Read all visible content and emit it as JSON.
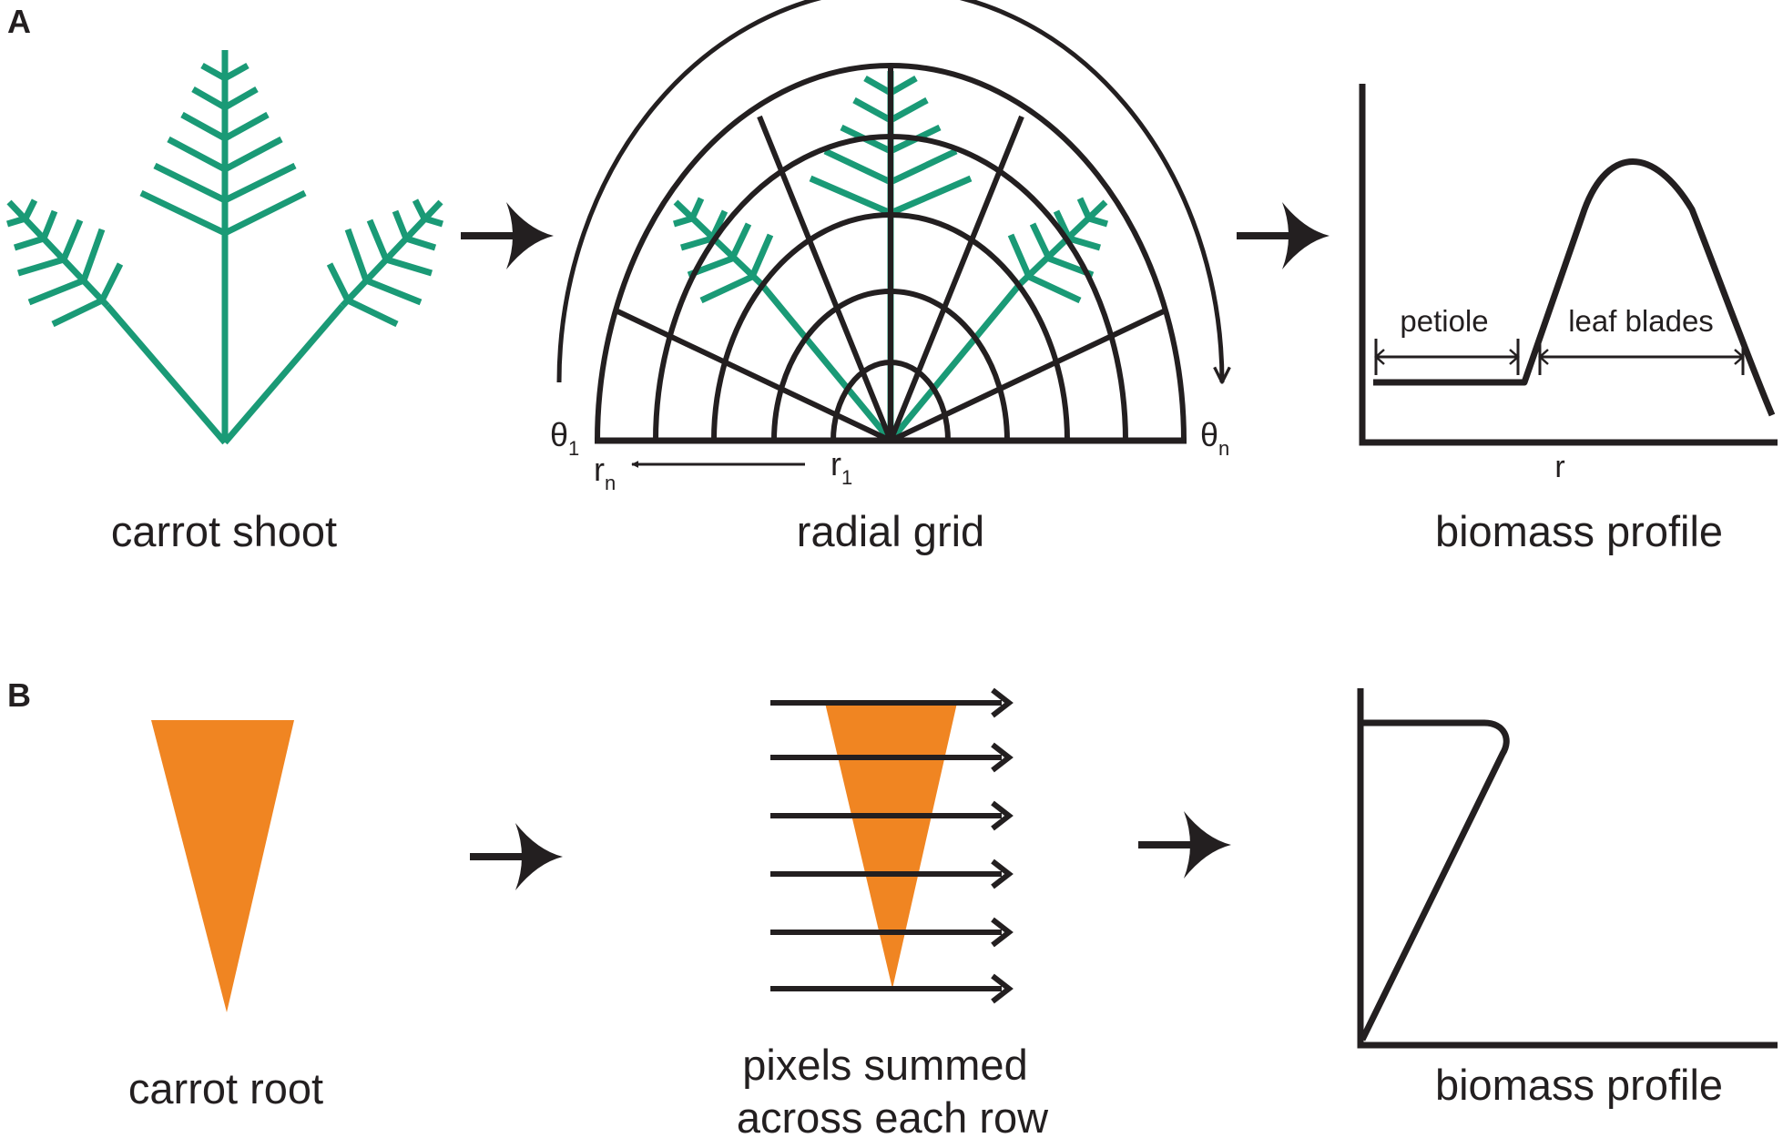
{
  "colors": {
    "ink": "#231f20",
    "leaf_green": "#1a9a76",
    "carrot_orange": "#f08522",
    "background": "#ffffff"
  },
  "panel_a": {
    "letter": "A",
    "shoot_caption": "carrot shoot",
    "grid_caption": "radial grid",
    "profile_caption": "biomass profile",
    "theta_symbol": "θ",
    "theta_first_sub": "1",
    "theta_last_sub": "n",
    "r_symbol": "r",
    "r_first_sub": "1",
    "r_last_sub": "n",
    "axis_label": "r",
    "petiole_label": "petiole",
    "leaf_blades_label": "leaf blades"
  },
  "panel_b": {
    "letter": "B",
    "root_caption": "carrot root",
    "rows_caption_line1": "pixels summed",
    "rows_caption_line2": "across each row",
    "profile_caption": "biomass profile"
  }
}
